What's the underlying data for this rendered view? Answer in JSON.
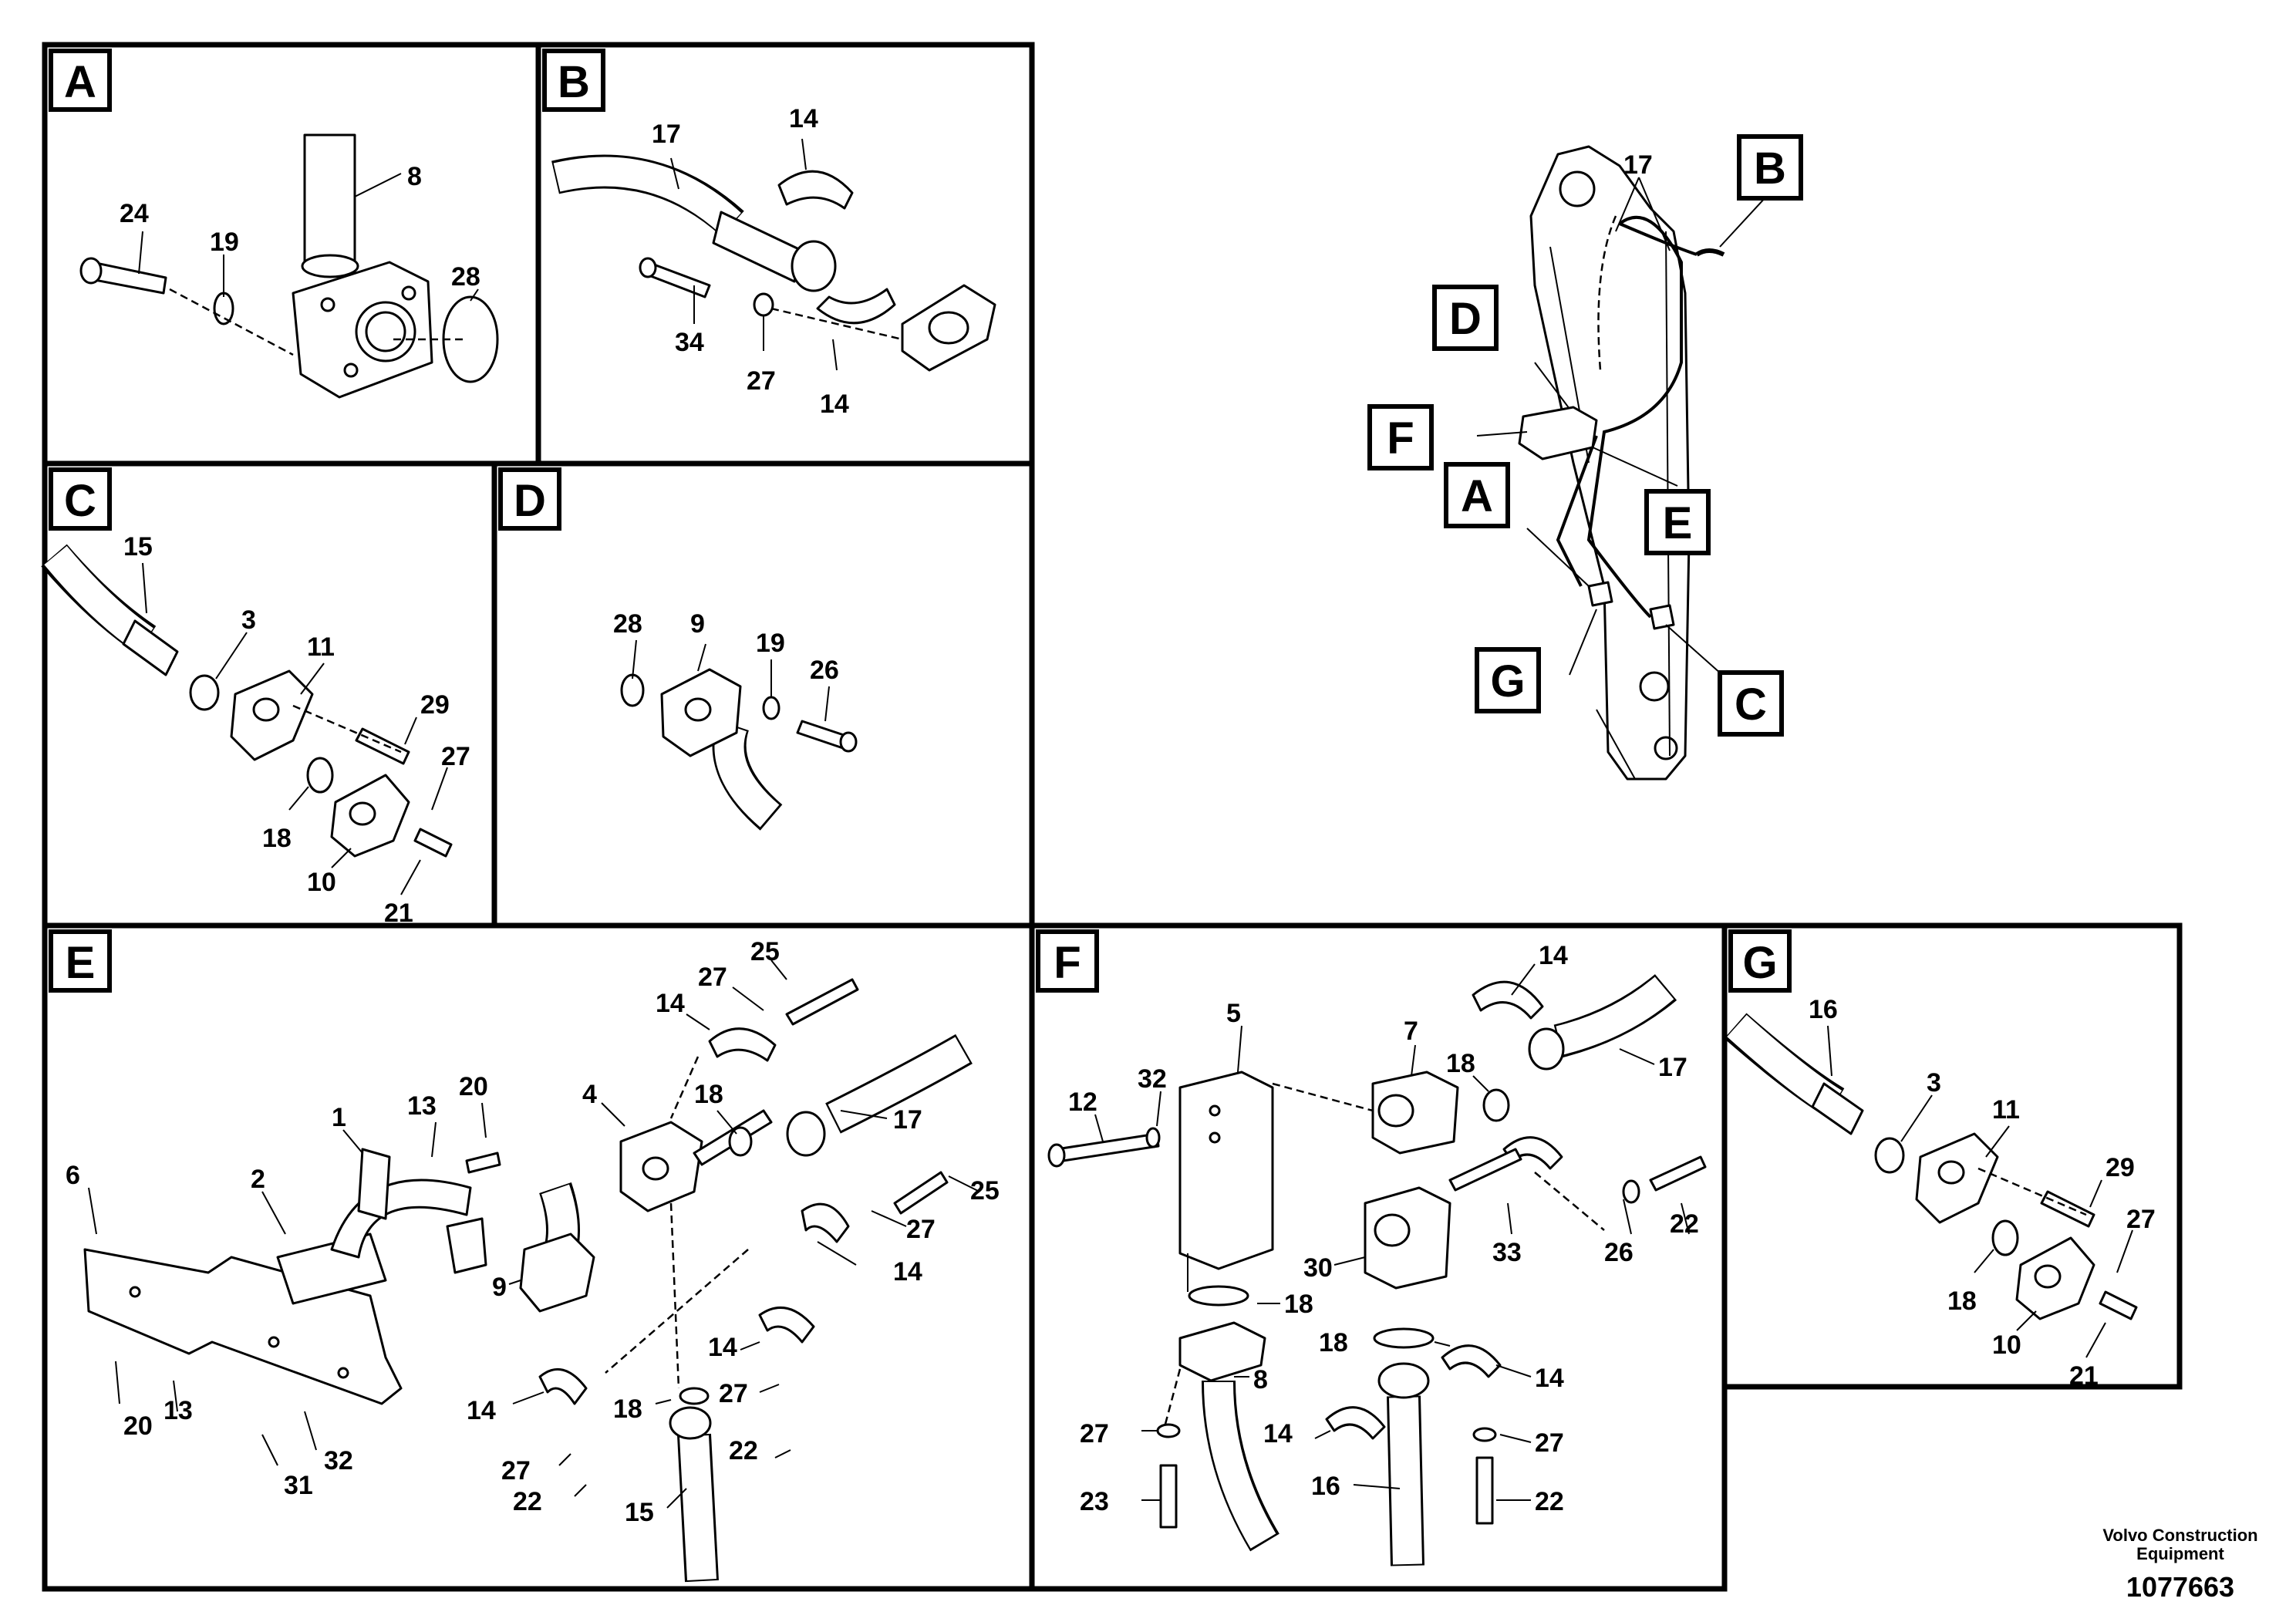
{
  "panels": {
    "A": {
      "tag": "A",
      "labels": [
        "24",
        "19",
        "8",
        "28"
      ]
    },
    "B": {
      "tag": "B",
      "labels": [
        "17",
        "14",
        "34",
        "27",
        "14"
      ]
    },
    "C": {
      "tag": "C",
      "labels": [
        "15",
        "3",
        "11",
        "29",
        "27",
        "18",
        "10",
        "21"
      ]
    },
    "D": {
      "tag": "D",
      "labels": [
        "28",
        "9",
        "19",
        "26"
      ]
    },
    "E": {
      "tag": "E",
      "labels": [
        "25",
        "27",
        "14",
        "13",
        "20",
        "1",
        "18",
        "17",
        "4",
        "6",
        "2",
        "25",
        "27",
        "14",
        "9",
        "14",
        "14",
        "18",
        "27",
        "20",
        "13",
        "32",
        "31",
        "27",
        "22",
        "22",
        "15"
      ]
    },
    "F": {
      "tag": "F",
      "labels": [
        "14",
        "5",
        "7",
        "18",
        "17",
        "32",
        "12",
        "33",
        "26",
        "22",
        "30",
        "18",
        "18",
        "14",
        "27",
        "8",
        "14",
        "27",
        "23",
        "16",
        "22"
      ]
    },
    "G": {
      "tag": "G",
      "labels": [
        "16",
        "3",
        "11",
        "29",
        "27",
        "18",
        "10",
        "21"
      ]
    }
  },
  "overview": {
    "tags": [
      "B",
      "D",
      "F",
      "A",
      "E",
      "G",
      "C"
    ],
    "part_label": "17"
  },
  "footer": {
    "company_line1": "Volvo Construction",
    "company_line2": "Equipment",
    "figure_number": "1077663"
  }
}
